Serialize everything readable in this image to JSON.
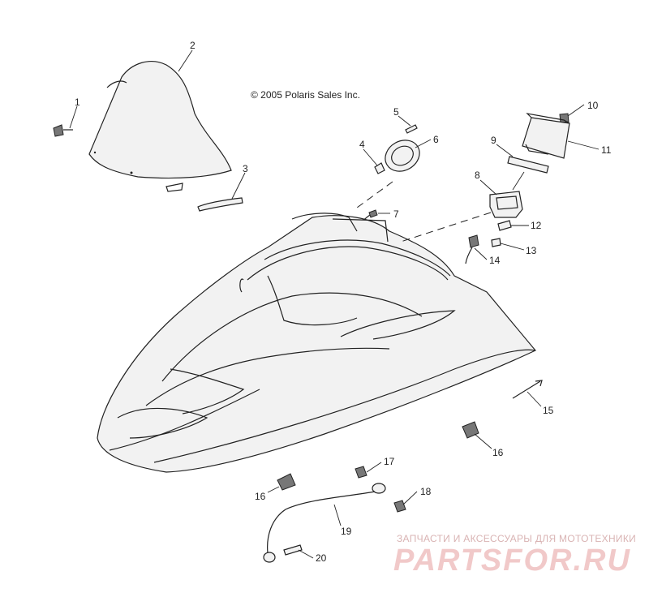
{
  "copyright": "© 2005 Polaris Sales Inc.",
  "watermark": {
    "subtitle": "ЗАПЧАСТИ И АКСЕССУАРЫ ДЛЯ МОТОТЕХНИКИ",
    "logo": "PARTSFOR.RU"
  },
  "callouts": [
    {
      "id": "c1",
      "label": "1"
    },
    {
      "id": "c2",
      "label": "2"
    },
    {
      "id": "c3",
      "label": "3"
    },
    {
      "id": "c4",
      "label": "4"
    },
    {
      "id": "c5",
      "label": "5"
    },
    {
      "id": "c6",
      "label": "6"
    },
    {
      "id": "c7",
      "label": "7"
    },
    {
      "id": "c8",
      "label": "8"
    },
    {
      "id": "c9",
      "label": "9"
    },
    {
      "id": "c10",
      "label": "10"
    },
    {
      "id": "c11",
      "label": "11"
    },
    {
      "id": "c12",
      "label": "12"
    },
    {
      "id": "c13",
      "label": "13"
    },
    {
      "id": "c14",
      "label": "14"
    },
    {
      "id": "c15",
      "label": "15"
    },
    {
      "id": "c16a",
      "label": "16"
    },
    {
      "id": "c16b",
      "label": "16"
    },
    {
      "id": "c17",
      "label": "17"
    },
    {
      "id": "c18",
      "label": "18"
    },
    {
      "id": "c19",
      "label": "19"
    },
    {
      "id": "c20",
      "label": "20"
    }
  ],
  "colors": {
    "line": "#222222",
    "watermark_logo": "#f1c9c9",
    "watermark_text": "#d9b3b3"
  }
}
